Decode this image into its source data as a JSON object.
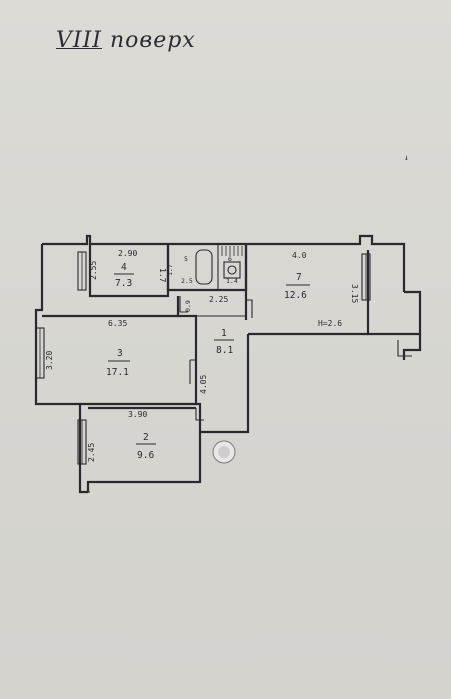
{
  "title": {
    "floor_roman": "VIII",
    "floor_word": "поверх"
  },
  "rooms": [
    {
      "id": "r4",
      "number": "4",
      "area": "7.3"
    },
    {
      "id": "r3",
      "number": "3",
      "area": "17.1"
    },
    {
      "id": "r2",
      "number": "2",
      "area": "9.6"
    },
    {
      "id": "r1",
      "number": "1",
      "area": "8.1"
    },
    {
      "id": "r7",
      "number": "7",
      "area": "12.6"
    },
    {
      "id": "r5",
      "number": "5",
      "area": "2.5"
    },
    {
      "id": "r6",
      "number": "6",
      "area": "1.4"
    }
  ],
  "dimensions": {
    "r4_width": "2.90",
    "r4_height": "2.55",
    "r4_side": "1.7",
    "r3_width": "6.35",
    "r3_height": "3.20",
    "r2_width": "3.90",
    "r2_height": "2.45",
    "hall_width": "2.25",
    "hall_small": "0.9",
    "hall_height": "4.05",
    "r7_width": "4.0",
    "r7_height": "3.15",
    "wc_height": "1.7",
    "ceiling_height": "H=2.6"
  },
  "margin_mark": "↓"
}
